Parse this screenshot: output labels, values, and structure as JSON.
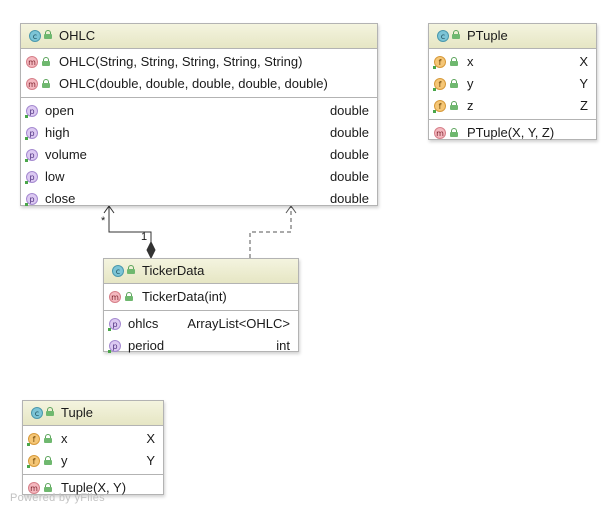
{
  "classes": {
    "ohlc": {
      "name": "OHLC",
      "kind_icon": "c",
      "methods": [
        {
          "icon": "m",
          "name": "OHLC(String, String, String, String, String)"
        },
        {
          "icon": "m",
          "name": "OHLC(double, double, double, double, double)"
        }
      ],
      "fields": [
        {
          "icon": "p",
          "name": "open",
          "type": "double"
        },
        {
          "icon": "p",
          "name": "high",
          "type": "double"
        },
        {
          "icon": "p",
          "name": "volume",
          "type": "double"
        },
        {
          "icon": "p",
          "name": "low",
          "type": "double"
        },
        {
          "icon": "p",
          "name": "close",
          "type": "double"
        }
      ]
    },
    "ptuple": {
      "name": "PTuple",
      "kind_icon": "c",
      "fields": [
        {
          "icon": "f",
          "name": "x",
          "type": "X"
        },
        {
          "icon": "f",
          "name": "y",
          "type": "Y"
        },
        {
          "icon": "f",
          "name": "z",
          "type": "Z"
        }
      ],
      "methods": [
        {
          "icon": "m",
          "name": "PTuple(X, Y, Z)"
        }
      ]
    },
    "tickerdata": {
      "name": "TickerData",
      "kind_icon": "c",
      "methods": [
        {
          "icon": "m",
          "name": "TickerData(int)"
        }
      ],
      "fields": [
        {
          "icon": "p",
          "name": "ohlcs",
          "type": "ArrayList<OHLC>"
        },
        {
          "icon": "p",
          "name": "period",
          "type": "int"
        }
      ]
    },
    "tuple": {
      "name": "Tuple",
      "kind_icon": "c",
      "fields": [
        {
          "icon": "f",
          "name": "x",
          "type": "X"
        },
        {
          "icon": "f",
          "name": "y",
          "type": "Y"
        }
      ],
      "methods": [
        {
          "icon": "m",
          "name": "Tuple(X, Y)"
        }
      ]
    }
  },
  "edges": {
    "composition": {
      "source_multiplicity": "*",
      "target_multiplicity": "1"
    }
  },
  "watermark": "Powered by yFiles",
  "colors": {
    "header": "#e6e6c4",
    "border": "#b3b3b3",
    "class_icon": "#7cc4d6",
    "method_icon": "#f4b8bf",
    "property_icon": "#dcc9f2",
    "field_icon": "#f5c676",
    "lock_icon": "#6fb86f"
  }
}
